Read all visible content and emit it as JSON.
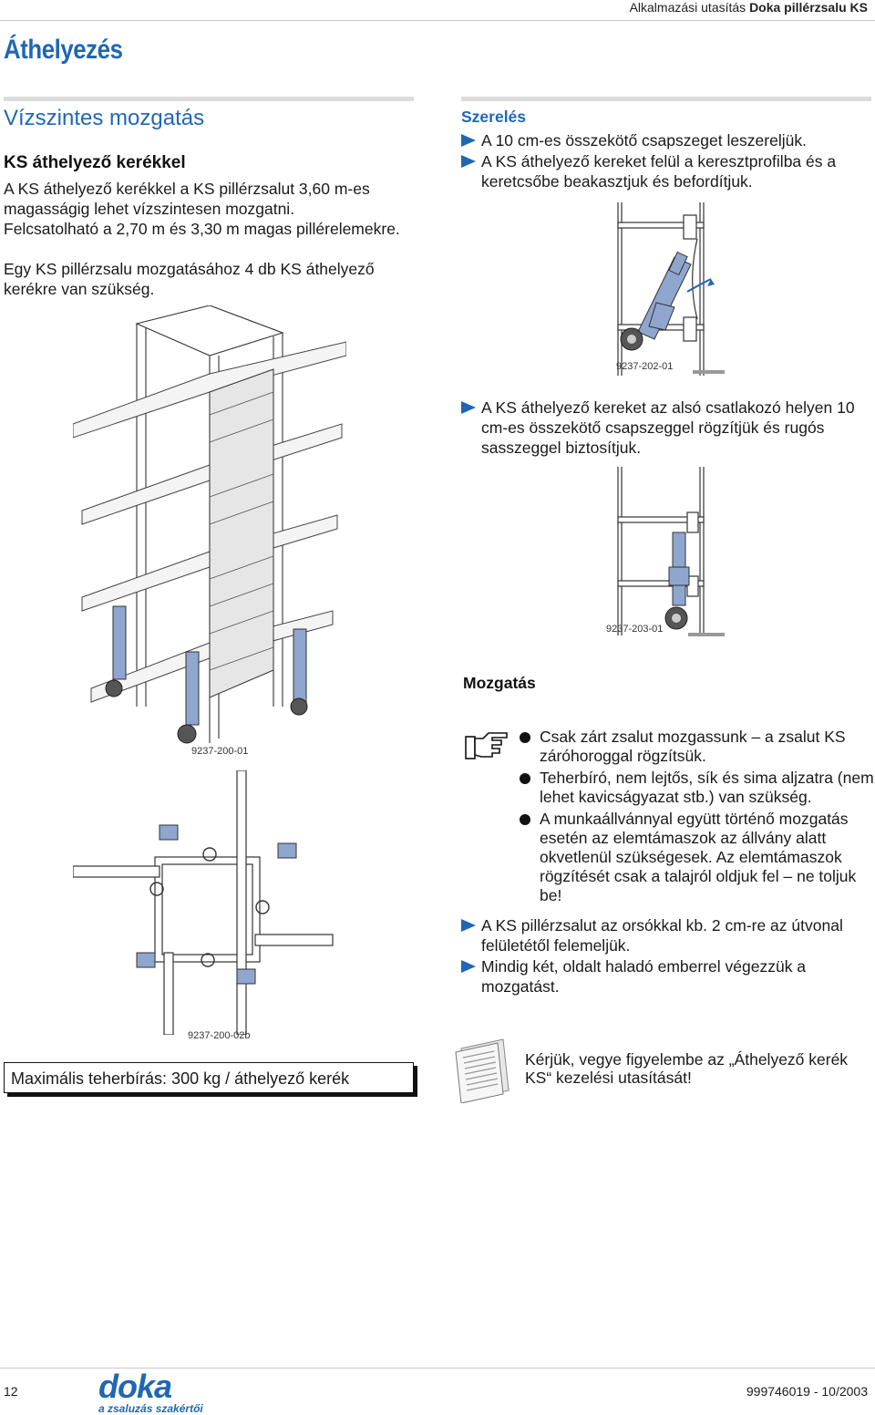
{
  "header": {
    "prefix": "Alkalmazási utasítás ",
    "product": "Doka pillérzsalu KS"
  },
  "page_title": "Áthelyezés",
  "section_title": "Vízszintes mozgatás",
  "subsection_title": "KS áthelyező kerékkel",
  "intro": [
    "A KS áthelyező kerékkel a KS pillérzsalut 3,60 m-es magasságig lehet vízszintesen mozgatni.",
    "Felcsatolható a 2,70 m és 3,30 m magas pillérelemekre.",
    "Egy KS pillérzsalu mozgatásához 4 db KS áthelyező kerékre van szükség."
  ],
  "assembly": {
    "heading": "Szerelés",
    "steps": [
      "A 10 cm-es összekötő csapszeget leszereljük.",
      "A KS áthelyező kereket felül a keresztprofilba és a keretcsőbe beakasztjuk és befordítjuk.",
      "A KS áthelyező kereket az alsó csatlakozó helyen 10 cm-es összekötő csapszeggel rögzítjük és rugós sasszeggel biztosítjuk."
    ]
  },
  "movement": {
    "heading": "Mozgatás",
    "bullets": [
      "Csak zárt zsalut mozgassunk – a zsalut KS záróhoroggal rögzítsük.",
      "Teherbíró, nem lejtős, sík és sima aljzatra (nem lehet kavicságyazat stb.) van szükség.",
      "A munkaállvánnyal együtt történő mozgatás esetén az elemtámaszok az állvány alatt okvetlenül szükségesek. Az elemtámaszok rögzítését csak a talajról oldjuk fel – ne toljuk be!"
    ],
    "steps": [
      "A KS pillérzsalut az orsókkal kb. 2 cm-re az útvonal felületétől felemeljük.",
      "Mindig két, oldalt haladó emberrel végezzük a mozgatást."
    ]
  },
  "figures": {
    "fig_202": "9237-202-01",
    "fig_203": "9237-203-01",
    "fig_200": "9237-200-01",
    "fig_200b": "9237-200-02b"
  },
  "max_load": "Maximális teherbírás: 300 kg / áthelyező kerék",
  "note": "Kérjük, vegye figyelembe az „Áthelyező kerék KS“ kezelési utasítását!",
  "footer": {
    "page_number": "12",
    "doc_number": "999746019 - 10/2003",
    "logo_text": "doka",
    "logo_tagline": "a zsaluzás szakértői"
  },
  "colors": {
    "accent": "#1f67b4",
    "wheel_blue": "#8fa6cf"
  }
}
